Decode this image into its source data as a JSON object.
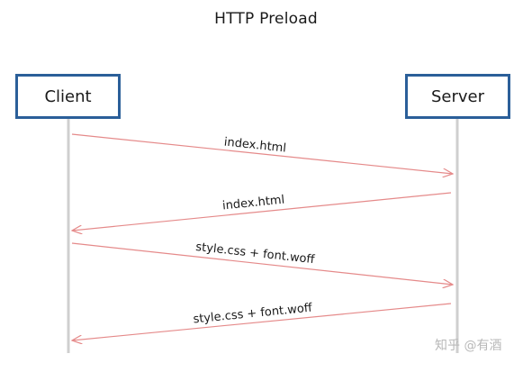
{
  "title": "HTTP Preload",
  "actors": {
    "client": "Client",
    "server": "Server"
  },
  "messages": [
    {
      "label": "index.html",
      "from": "client",
      "to": "server"
    },
    {
      "label": "index.html",
      "from": "server",
      "to": "client"
    },
    {
      "label": "style.css + font.woff",
      "from": "client",
      "to": "server"
    },
    {
      "label": "style.css + font.woff",
      "from": "server",
      "to": "client"
    }
  ],
  "watermark": "知乎 @有酒",
  "colors": {
    "actor_border": "#2b5f99",
    "lifeline": "#cfcfcf",
    "message_arrow": "#e58a8a",
    "text": "#1a1a1a"
  }
}
